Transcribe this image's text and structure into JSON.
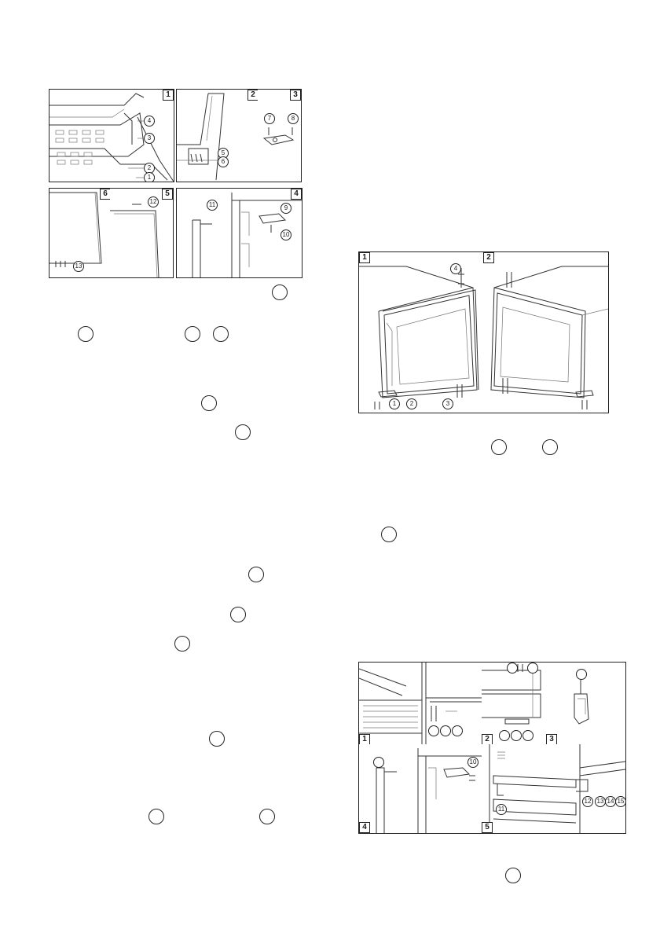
{
  "figure1": {
    "panels": [
      "1",
      "2",
      "3",
      "6",
      "5",
      "4"
    ],
    "callouts": [
      "4",
      "3",
      "2",
      "1",
      "5",
      "6",
      "7",
      "8",
      "12",
      "11",
      "9",
      "10",
      "13"
    ]
  },
  "figure2": {
    "panels": [
      "1",
      "2"
    ],
    "callouts": [
      "4",
      "1",
      "2",
      "3"
    ]
  },
  "figure3": {
    "panels": [
      "1",
      "2",
      "3",
      "4",
      "5"
    ],
    "callouts": [
      "10",
      "11",
      "12",
      "13",
      "14",
      "15"
    ]
  }
}
